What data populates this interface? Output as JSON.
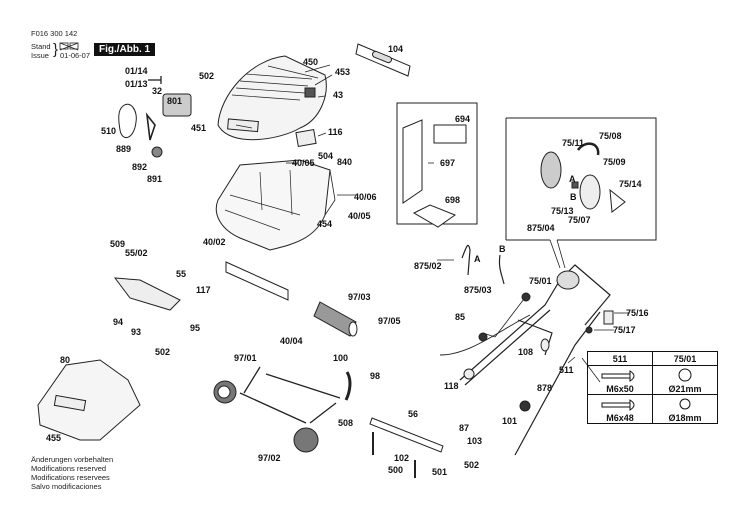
{
  "header": {
    "part_number": "F016 300 142",
    "stand_label": "Stand",
    "issue_label": "Issue",
    "issue_date": "01-06-07",
    "figure_label": "Fig./Abb. 1"
  },
  "callouts": {
    "c01_14": "01/14",
    "c01_13": "01/13",
    "c32": "32",
    "c801": "801",
    "c510": "510",
    "c889": "889",
    "c892": "892",
    "c891": "891",
    "c502a": "502",
    "c451": "451",
    "c450": "450",
    "c453": "453",
    "c43": "43",
    "c104": "104",
    "c116": "116",
    "c40_05a": "40/05",
    "c504": "504",
    "c840": "840",
    "c40_06": "40/06",
    "c40_05b": "40/05",
    "c454": "454",
    "c694": "694",
    "c697": "697",
    "c698": "698",
    "c75_11": "75/11",
    "c75_08": "75/08",
    "c75_09": "75/09",
    "c75_14": "75/14",
    "c75_13": "75/13",
    "c75_07": "75/07",
    "c875_04": "875/04",
    "cA1": "A",
    "cB1": "B",
    "c509": "509",
    "c55_02": "55/02",
    "c55": "55",
    "c117": "117",
    "c94": "94",
    "c95": "95",
    "c93": "93",
    "c502b": "502",
    "c40_02": "40/02",
    "c40_04": "40/04",
    "c97_03": "97/03",
    "c97_05": "97/05",
    "c875_02": "875/02",
    "cA2": "A",
    "cB2": "B",
    "c875_03": "875/03",
    "c75_01": "75/01",
    "c85": "85",
    "c75_16": "75/16",
    "c75_17": "75/17",
    "c108": "108",
    "c118": "118",
    "c878": "878",
    "c511": "511",
    "c101": "101",
    "c97_01": "97/01",
    "c100": "100",
    "c98": "98",
    "c508": "508",
    "c97_02": "97/02",
    "c56": "56",
    "c87": "87",
    "c103": "103",
    "c102": "102",
    "c500": "500",
    "c501": "501",
    "c502c": "502",
    "c80": "80",
    "c455": "455"
  },
  "spec_table": {
    "headers": [
      "511",
      "75/01"
    ],
    "rows": [
      {
        "bolt": "M6x50",
        "diameter": "Ø21mm"
      },
      {
        "bolt": "M6x48",
        "diameter": "Ø18mm"
      }
    ]
  },
  "notes": [
    "Änderungen vorbehalten",
    "Modifications reserved",
    "Modifications reservees",
    "Salvo modificaciones"
  ]
}
